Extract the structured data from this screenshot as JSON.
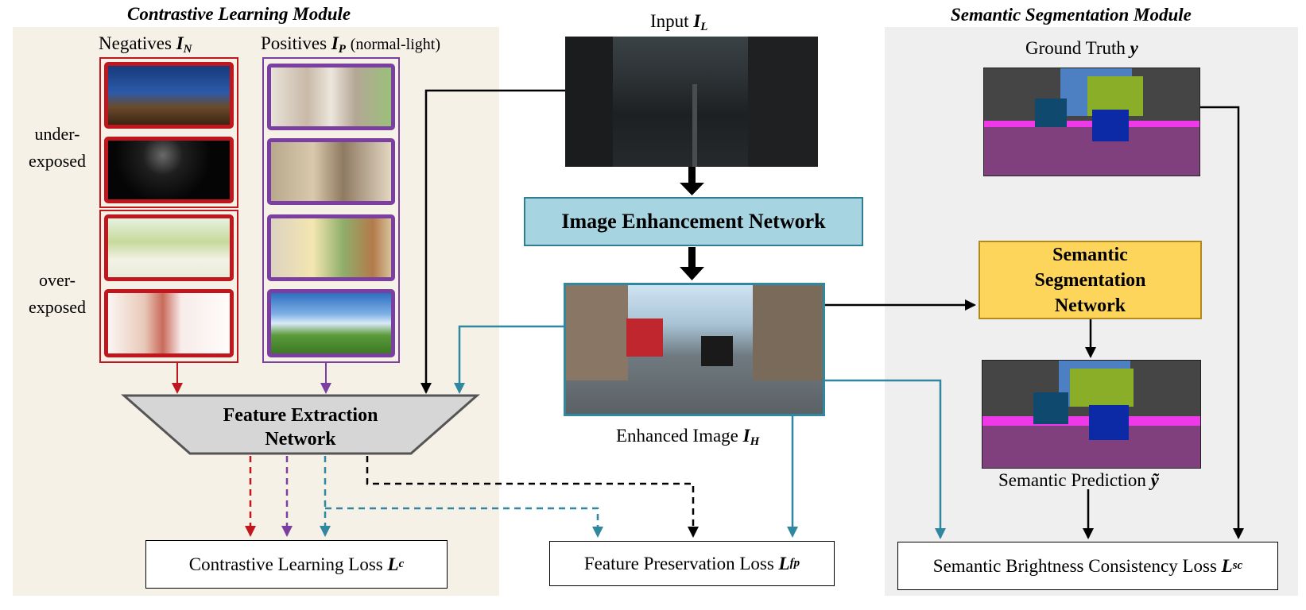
{
  "modules": {
    "contrastive_title": "Contrastive Learning Module",
    "segmentation_title": "Semantic Segmentation Module"
  },
  "negatives": {
    "label": "Negatives",
    "symbol": "I",
    "symbol_sub": "N",
    "under_label_1": "under-",
    "under_label_2": "exposed",
    "over_label_1": "over-",
    "over_label_2": "exposed"
  },
  "positives": {
    "label": "Positives",
    "symbol": "I",
    "symbol_sub": "P",
    "note": "(normal-light)"
  },
  "input": {
    "label": "Input",
    "symbol": "I",
    "symbol_sub": "L"
  },
  "enhanced": {
    "label": "Enhanced Image",
    "symbol": "I",
    "symbol_sub": "H"
  },
  "networks": {
    "image_enhancement": "Image Enhancement Network",
    "feature_extraction_1": "Feature Extraction",
    "feature_extraction_2": "Network",
    "semantic_seg_1": "Semantic",
    "semantic_seg_2": "Segmentation",
    "semantic_seg_3": "Network"
  },
  "ground_truth": {
    "label": "Ground Truth",
    "symbol": "y"
  },
  "prediction": {
    "label": "Semantic Prediction",
    "symbol": "ỹ"
  },
  "losses": {
    "contrastive_label": "Contrastive Learning Loss",
    "contrastive_symbol": "L",
    "contrastive_sub": "c",
    "feature_label": "Feature Preservation Loss",
    "feature_symbol": "L",
    "feature_sub": "fp",
    "semantic_label": "Semantic Brightness Consistency Loss",
    "semantic_symbol": "L",
    "semantic_sub": "sc"
  },
  "colors": {
    "negative_red": "#c0161d",
    "positive_purple": "#7a3fa0",
    "teal": "#2f88a0",
    "black": "#000000",
    "enhancement_fill": "#a7d4e1",
    "segmentation_fill": "#fcd55a",
    "feature_net_fill": "#d6d6d6",
    "contrastive_panel": "#f6f1e7",
    "segmentation_panel": "#efefef"
  }
}
